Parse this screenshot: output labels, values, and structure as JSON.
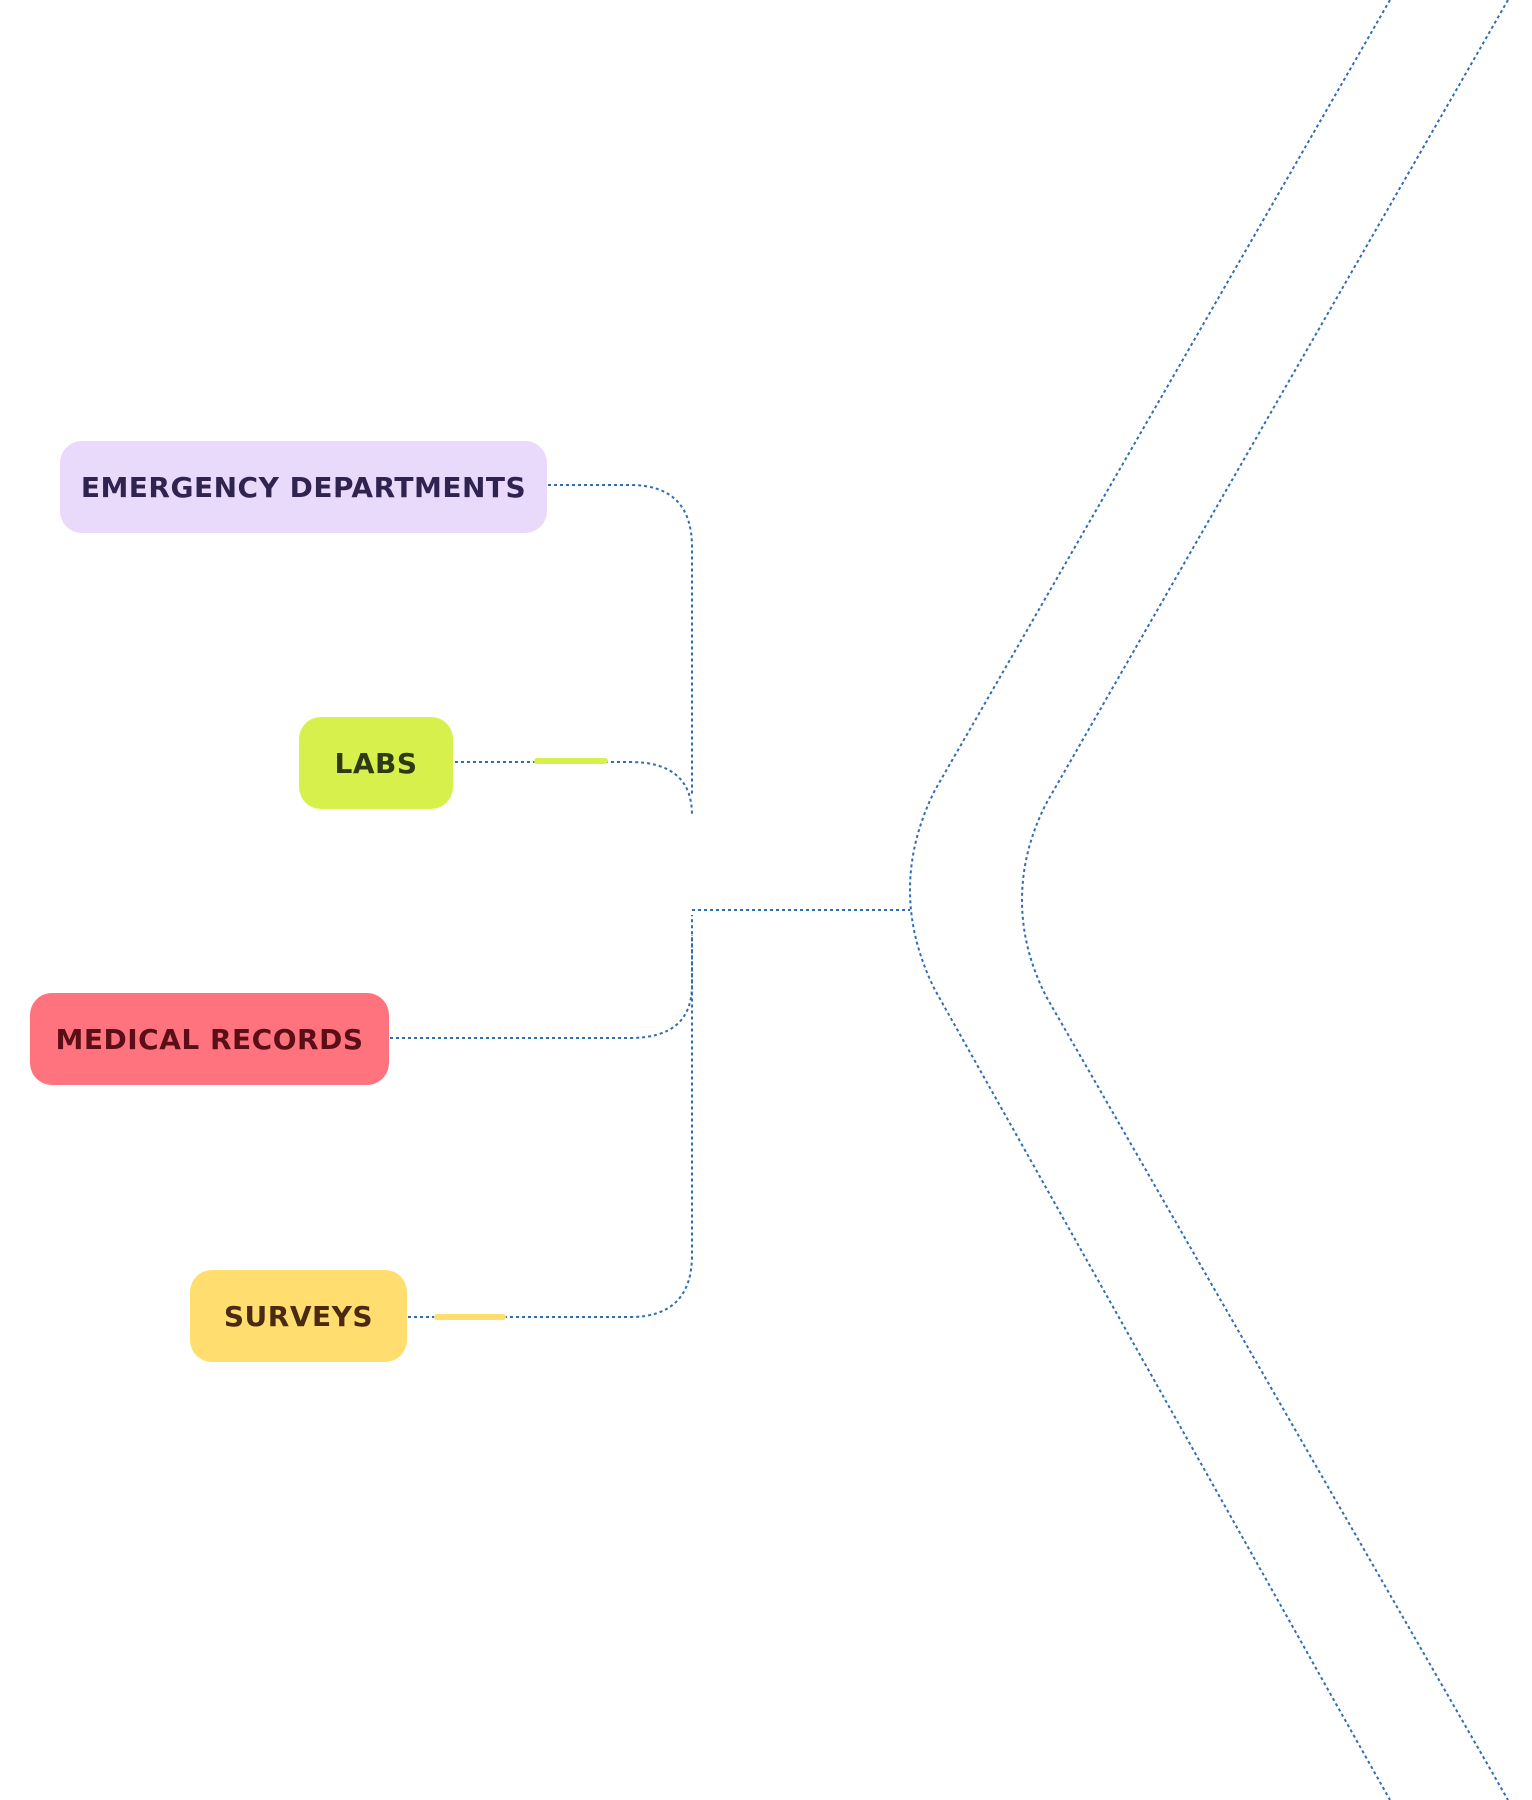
{
  "diagram": {
    "nodes": [
      {
        "id": "emergency",
        "label": "EMERGENCY DEPARTMENTS",
        "color": "#e9d9fb",
        "text_color": "#2f2450"
      },
      {
        "id": "labs",
        "label": "LABS",
        "color": "#d8f04b",
        "text_color": "#2e3a14",
        "accent": "#d8f04b"
      },
      {
        "id": "medical",
        "label": "MEDICAL RECORDS",
        "color": "#ff737f",
        "text_color": "#5a0f17"
      },
      {
        "id": "surveys",
        "label": "SURVEYS",
        "color": "#ffdd6e",
        "text_color": "#4a2a10",
        "accent": "#ffdd6e"
      }
    ],
    "connector_color": "#2f6db5",
    "connector_style": "dotted"
  }
}
